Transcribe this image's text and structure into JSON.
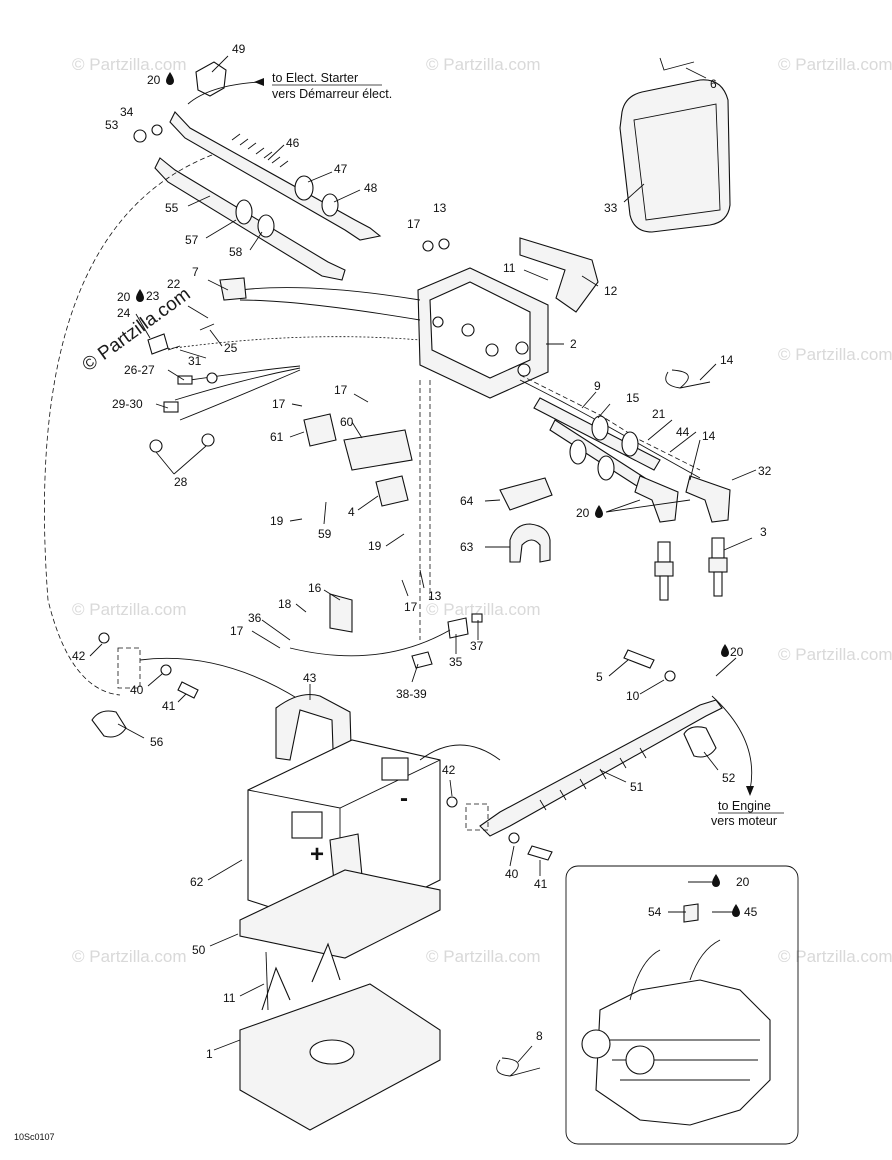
{
  "diagram": {
    "callouts": {
      "c1": "1",
      "c2": "2",
      "c3": "3",
      "c4": "4",
      "c5": "5",
      "c6": "6",
      "c8": "8",
      "c9": "9",
      "c10": "10",
      "c11a": "11",
      "c11b": "11",
      "c12": "12",
      "c13a": "13",
      "c13b": "13",
      "c14a": "14",
      "c14b": "14",
      "c15": "15",
      "c16": "16",
      "c17a": "17",
      "c17b": "17",
      "c17c": "17",
      "c17d": "17",
      "c17e": "17",
      "c18": "18",
      "c19a": "19",
      "c19b": "19",
      "c20a": "20",
      "c20b": "20",
      "c20c": "20",
      "c20d": "20",
      "c20e": "20",
      "c21": "21",
      "c22": "22",
      "c23": "23",
      "c24": "24",
      "c25": "25",
      "c2627": "26-27",
      "c28": "28",
      "c2930": "29-30",
      "c31": "31",
      "c32": "32",
      "c33": "33",
      "c34": "34",
      "c35": "35",
      "c36": "36",
      "c37": "37",
      "c3839": "38-39",
      "c40a": "40",
      "c40b": "40",
      "c41a": "41",
      "c41b": "41",
      "c42a": "42",
      "c42b": "42",
      "c43": "43",
      "c44": "44",
      "c45": "45",
      "c46": "46",
      "c47": "47",
      "c48": "48",
      "c49": "49",
      "c50": "50",
      "c51": "51",
      "c52": "52",
      "c53": "53",
      "c54": "54",
      "c55": "55",
      "c56": "56",
      "c57": "57",
      "c58": "58",
      "c59": "59",
      "c60": "60",
      "c61": "61",
      "c62": "62",
      "c63": "63",
      "c64": "64",
      "c7": "7"
    },
    "notes": {
      "starter_en": "to Elect. Starter",
      "starter_fr": "vers Démarreur élect.",
      "engine_en": "to Engine",
      "engine_fr": "vers moteur"
    },
    "battery_symbols": {
      "positive": "+",
      "negative": "-"
    },
    "watermark": "© Partzilla.com",
    "watermark_prominent": "© Partzilla.com",
    "diagram_code": "10Sc0107"
  }
}
